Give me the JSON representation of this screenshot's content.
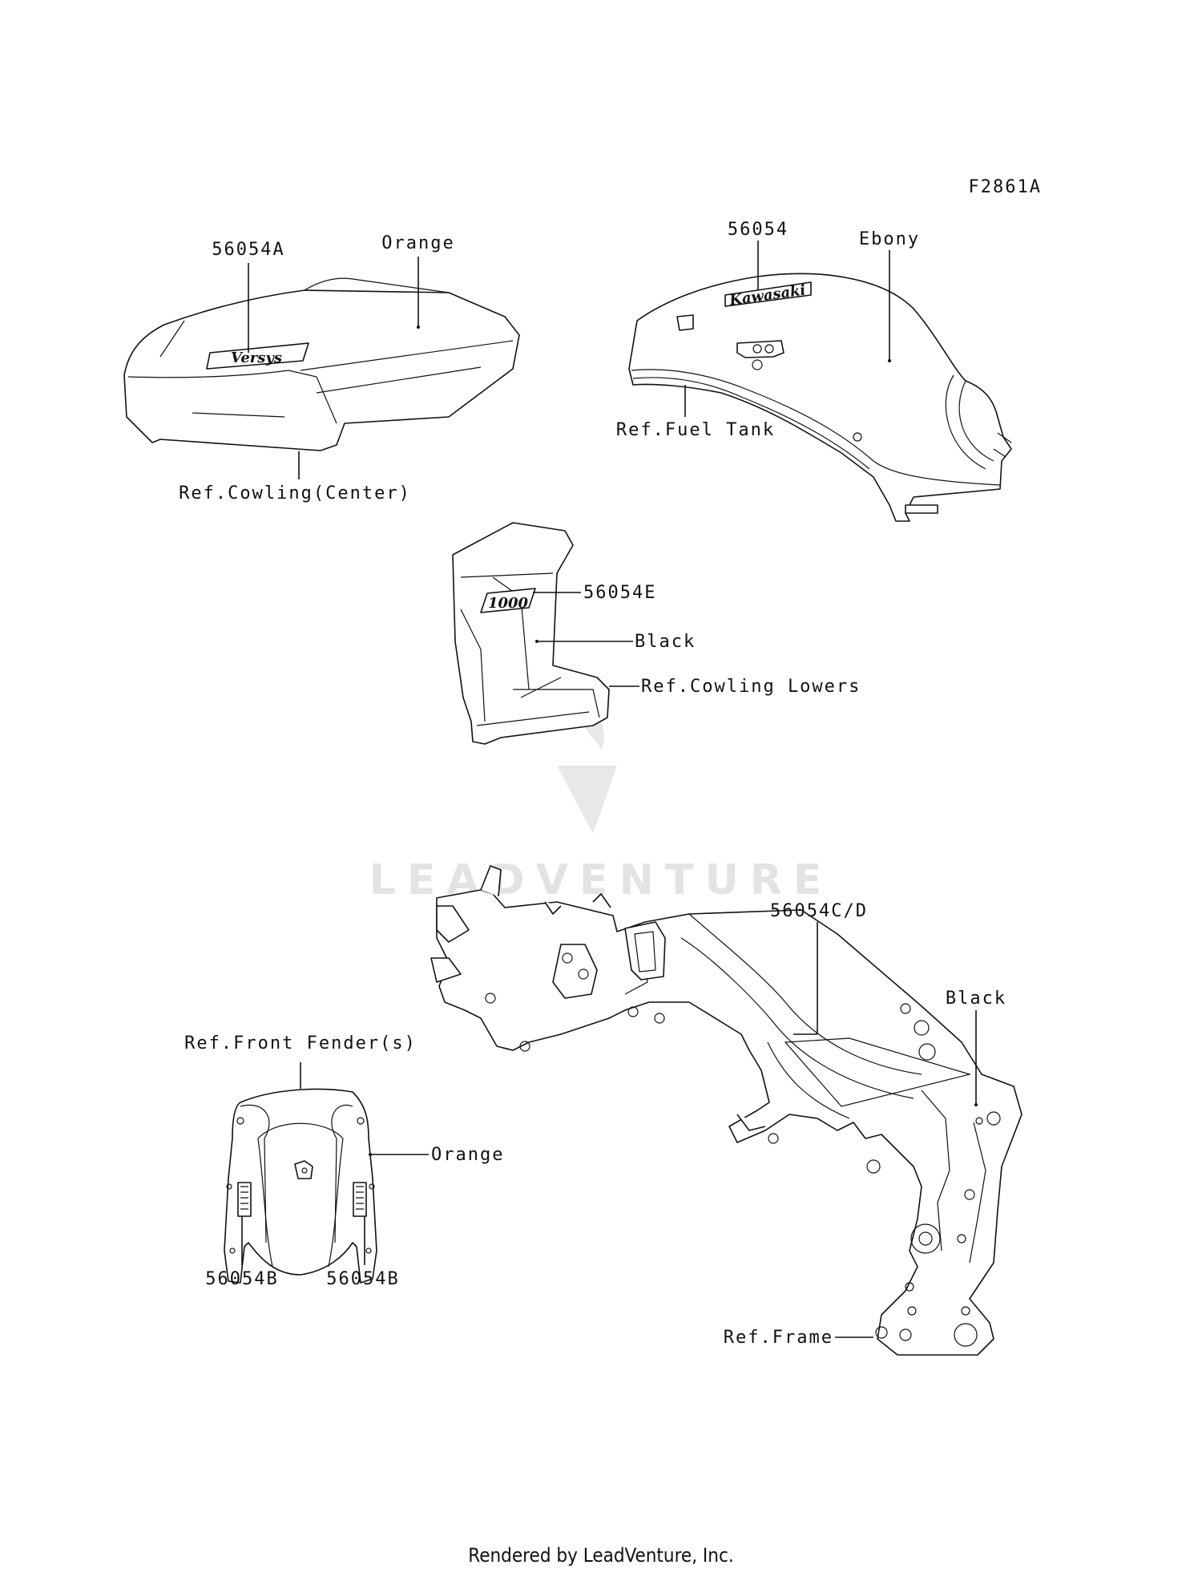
{
  "figure_code": "F2861A",
  "labels": {
    "seat_part": "56054A",
    "seat_color": "Orange",
    "seat_ref": "Ref.Cowling(Center)",
    "tank_part": "56054",
    "tank_color": "Ebony",
    "tank_ref": "Ref.Fuel Tank",
    "lower_part": "56054E",
    "lower_color": "Black",
    "lower_ref": "Ref.Cowling Lowers",
    "frame_part": "56054C/D",
    "frame_color": "Black",
    "frame_ref": "Ref.Frame",
    "fender_ref": "Ref.Front Fender(s)",
    "fender_color": "Orange",
    "fender_part_left": "56054B",
    "fender_part_right": "56054B"
  },
  "decals": {
    "seat_logo": "Versys",
    "tank_logo": "Kawasaki",
    "lower_logo": "1000"
  },
  "watermark": "LEADVENTURE",
  "footer": "Rendered by LeadVenture, Inc."
}
